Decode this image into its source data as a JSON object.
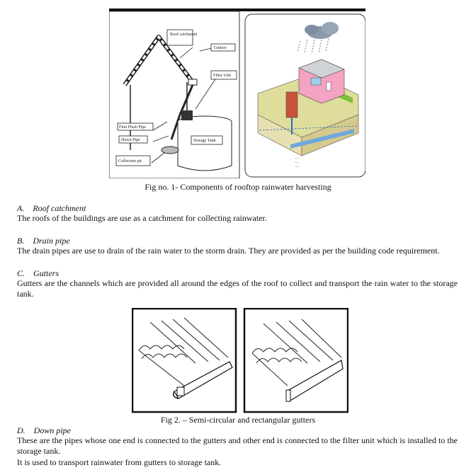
{
  "figure1": {
    "labels": {
      "roof_catchment": "Roof catchment",
      "gutters": "Gutters",
      "filter_unit": "Filter Unit",
      "first_flush_pipe": "First Flush Pipe",
      "down_pipe": "Down Pipe",
      "storage_tank": "Storage Tank",
      "collection_pit": "Collection pit"
    },
    "caption": "Fig no. 1- Components of rooftop rainwater harvesting"
  },
  "sections": [
    {
      "heading": "A. Roof catchment",
      "body": [
        "The roofs of the buildings are use as a catchment for collecting rainwater."
      ]
    },
    {
      "heading": "B. Drain pipe",
      "body": [
        "The drain pipes are use to drain of the rain water to the storm drain. They are provided as per the building code requirement."
      ]
    },
    {
      "heading": "C. Gutters",
      "body": [
        "Gutters are the channels which are provided all around the edges of the roof to collect and transport the rain water to the storage tank."
      ]
    },
    {
      "heading": "D. Down pipe",
      "body": [
        "These are the pipes whose one end is connected to the gutters and other end is connected to the filter unit which is installed to the storage tank.",
        "It is used to transport rainwater from gutters to storage tank."
      ]
    }
  ],
  "figure2": {
    "caption": "Fig 2. – Semi-circular and rectangular gutters"
  }
}
